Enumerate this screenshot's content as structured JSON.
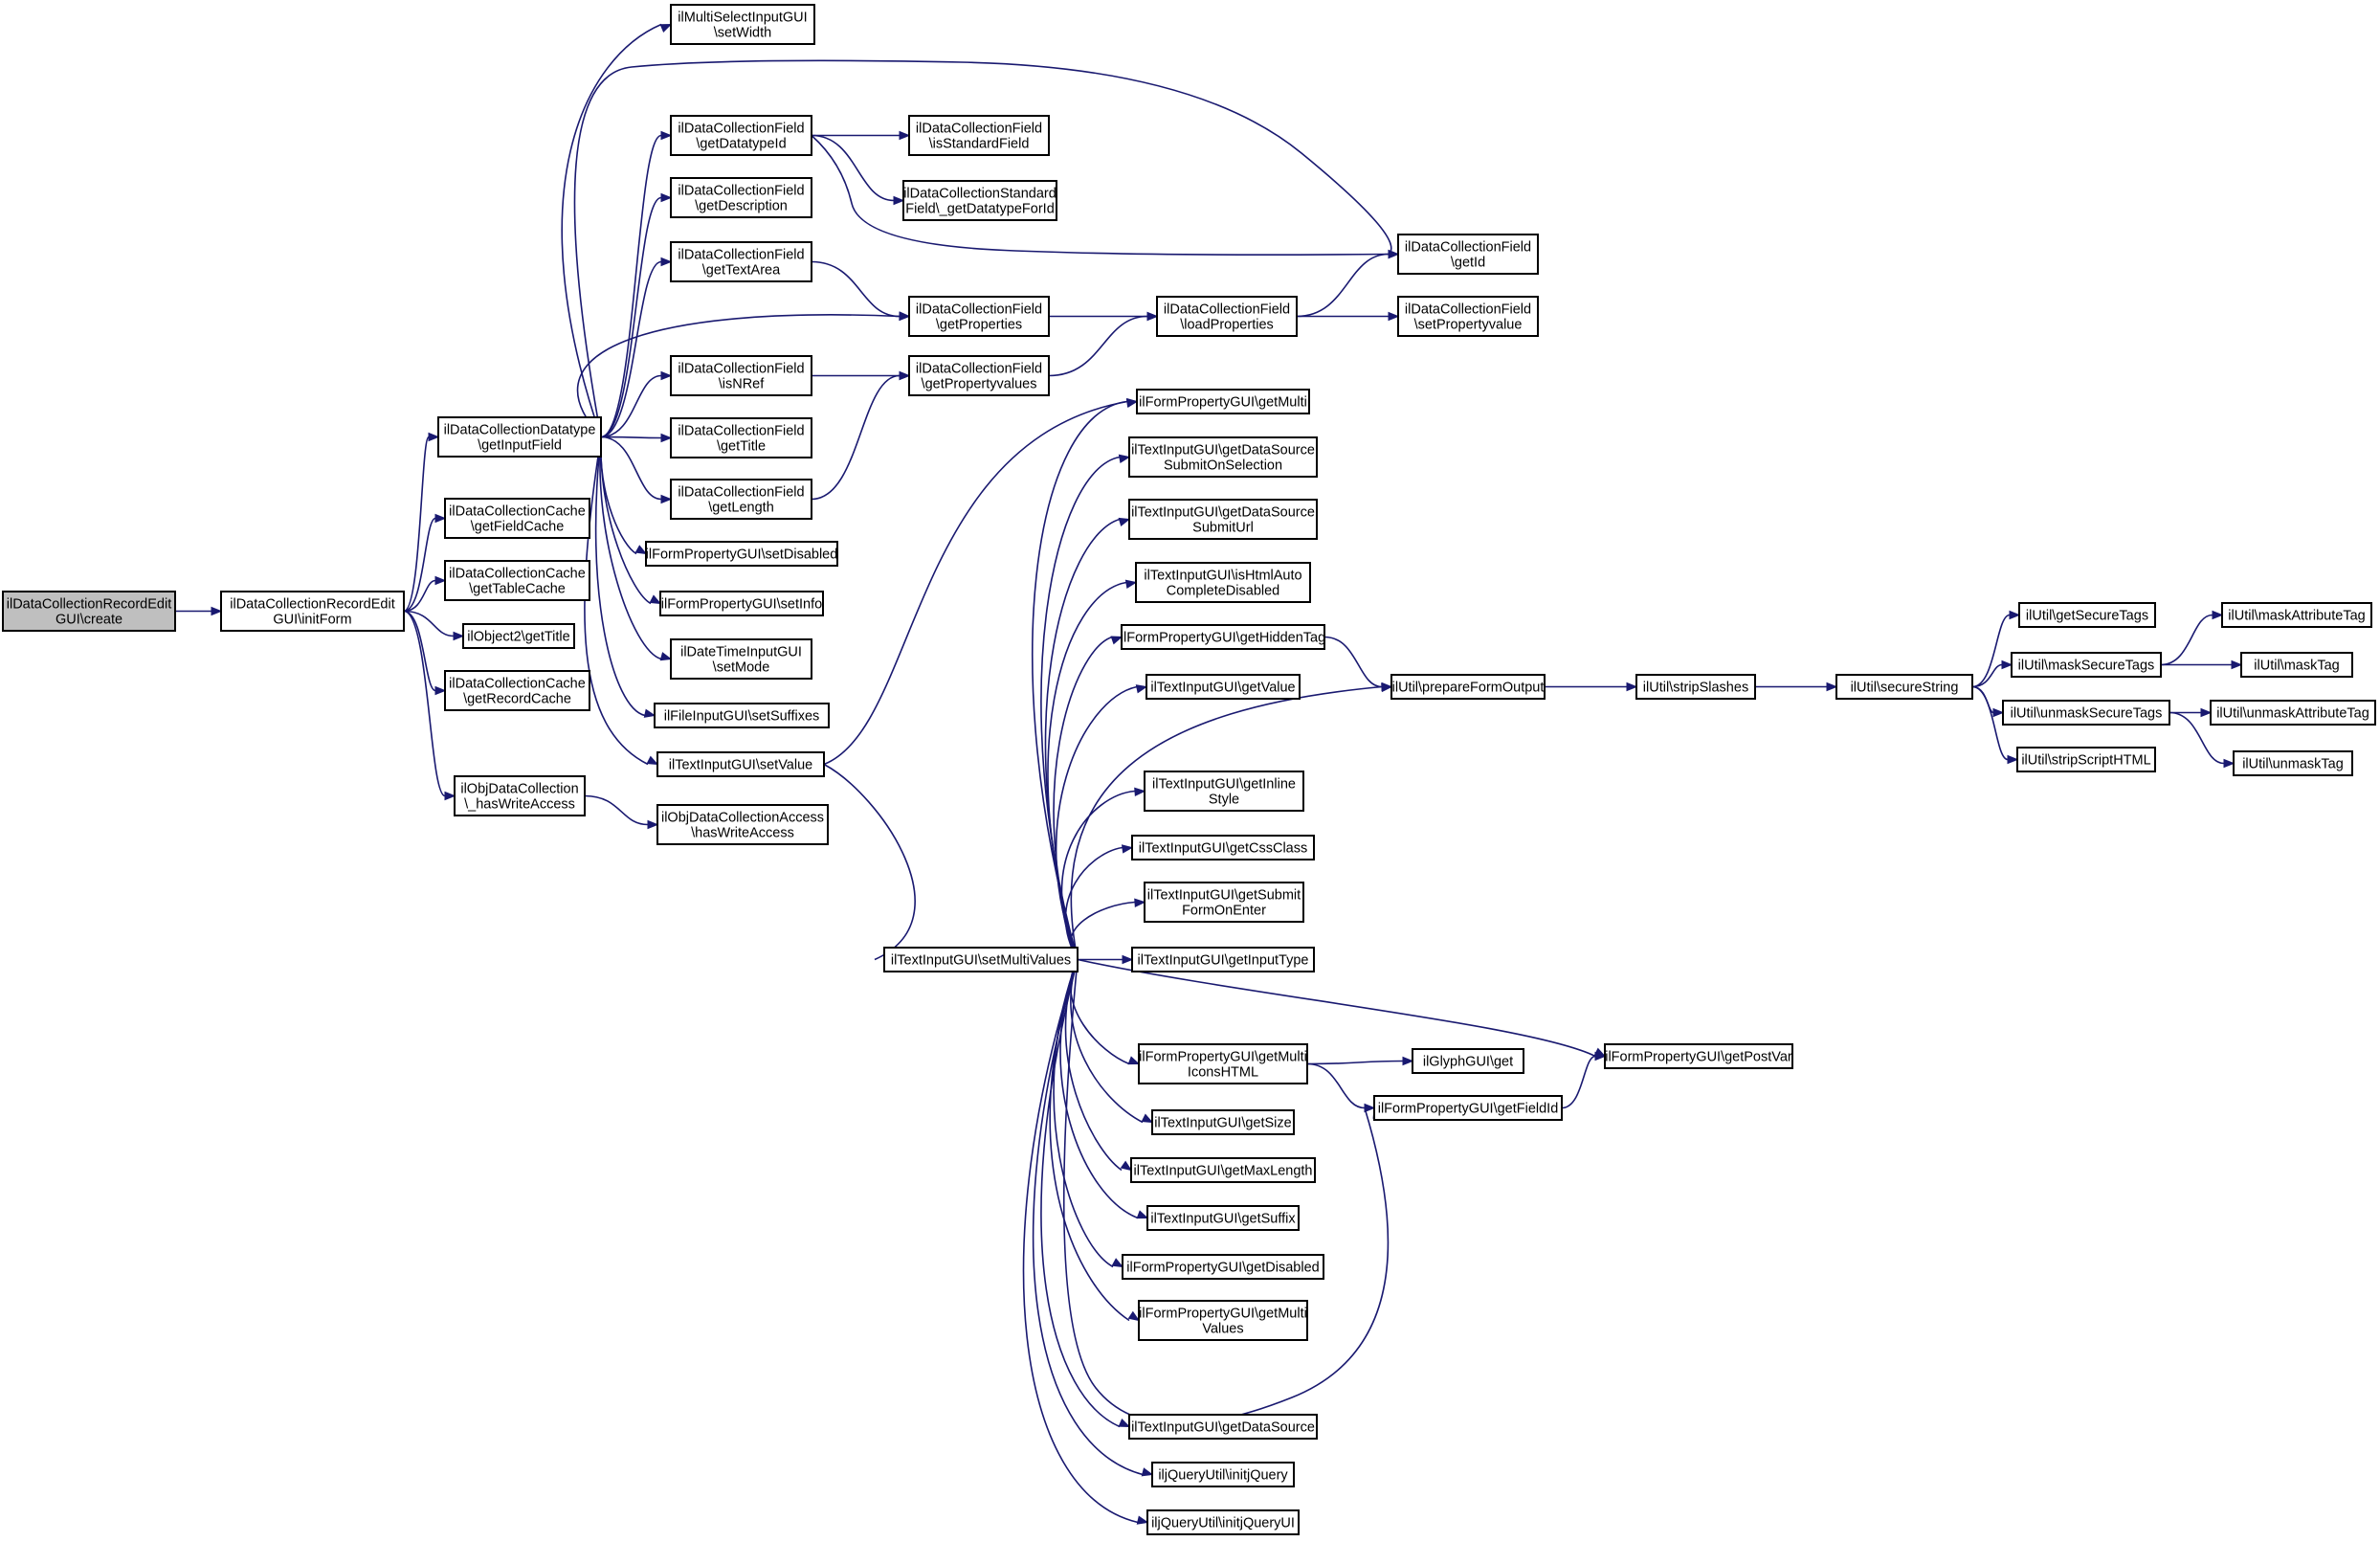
{
  "diagram": {
    "type": "call-graph",
    "colors": {
      "edge": "#191970",
      "node_fill": "#ffffff",
      "root_fill": "#bfbfbf",
      "node_border": "#000000"
    },
    "nodes": [
      {
        "id": "n0",
        "lines": [
          "ilDataCollectionRecordEdit",
          "GUI\\create"
        ],
        "root": true
      },
      {
        "id": "n1",
        "lines": [
          "ilDataCollectionRecordEdit",
          "GUI\\initForm"
        ]
      },
      {
        "id": "n2",
        "lines": [
          "ilDataCollectionDatatype",
          "\\getInputField"
        ]
      },
      {
        "id": "n3",
        "lines": [
          "ilDataCollectionCache",
          "\\getFieldCache"
        ]
      },
      {
        "id": "n4",
        "lines": [
          "ilDataCollectionCache",
          "\\getTableCache"
        ]
      },
      {
        "id": "n5",
        "lines": [
          "ilObject2\\getTitle"
        ]
      },
      {
        "id": "n6",
        "lines": [
          "ilDataCollectionCache",
          "\\getRecordCache"
        ]
      },
      {
        "id": "n7",
        "lines": [
          "ilObjDataCollection",
          "\\_hasWriteAccess"
        ]
      },
      {
        "id": "n8",
        "lines": [
          "ilMultiSelectInputGUI",
          "\\setWidth"
        ]
      },
      {
        "id": "n9",
        "lines": [
          "ilDataCollectionField",
          "\\getDatatypeId"
        ]
      },
      {
        "id": "n10",
        "lines": [
          "ilDataCollectionField",
          "\\getDescription"
        ]
      },
      {
        "id": "n11",
        "lines": [
          "ilDataCollectionField",
          "\\getTextArea"
        ]
      },
      {
        "id": "n12",
        "lines": [
          "ilDataCollectionField",
          "\\isNRef"
        ]
      },
      {
        "id": "n13",
        "lines": [
          "ilDataCollectionField",
          "\\getTitle"
        ]
      },
      {
        "id": "n14",
        "lines": [
          "ilDataCollectionField",
          "\\getLength"
        ]
      },
      {
        "id": "n15",
        "lines": [
          "ilFormPropertyGUI\\setDisabled"
        ]
      },
      {
        "id": "n16",
        "lines": [
          "ilFormPropertyGUI\\setInfo"
        ]
      },
      {
        "id": "n17",
        "lines": [
          "ilDateTimeInputGUI",
          "\\setMode"
        ]
      },
      {
        "id": "n18",
        "lines": [
          "ilFileInputGUI\\setSuffixes"
        ]
      },
      {
        "id": "n19",
        "lines": [
          "ilTextInputGUI\\setValue"
        ]
      },
      {
        "id": "n20",
        "lines": [
          "ilObjDataCollectionAccess",
          "\\hasWriteAccess"
        ]
      },
      {
        "id": "n21",
        "lines": [
          "ilDataCollectionField",
          "\\isStandardField"
        ]
      },
      {
        "id": "n22",
        "lines": [
          "ilDataCollectionStandard",
          "Field\\_getDatatypeForId"
        ]
      },
      {
        "id": "n23",
        "lines": [
          "ilDataCollectionField",
          "\\getProperties"
        ]
      },
      {
        "id": "n24",
        "lines": [
          "ilDataCollectionField",
          "\\getPropertyvalues"
        ]
      },
      {
        "id": "n25",
        "lines": [
          "ilDataCollectionField",
          "\\loadProperties"
        ]
      },
      {
        "id": "n26",
        "lines": [
          "ilDataCollectionField",
          "\\getId"
        ]
      },
      {
        "id": "n27",
        "lines": [
          "ilDataCollectionField",
          "\\setPropertyvalue"
        ]
      },
      {
        "id": "n28",
        "lines": [
          "ilFormPropertyGUI\\getMulti"
        ]
      },
      {
        "id": "n29",
        "lines": [
          "ilTextInputGUI\\getDataSource",
          "SubmitOnSelection"
        ]
      },
      {
        "id": "n30",
        "lines": [
          "ilTextInputGUI\\getDataSource",
          "SubmitUrl"
        ]
      },
      {
        "id": "n31",
        "lines": [
          "ilTextInputGUI\\isHtmlAuto",
          "CompleteDisabled"
        ]
      },
      {
        "id": "n32",
        "lines": [
          "ilFormPropertyGUI\\getHiddenTag"
        ]
      },
      {
        "id": "n33",
        "lines": [
          "ilTextInputGUI\\getValue"
        ]
      },
      {
        "id": "n34",
        "lines": [
          "ilTextInputGUI\\getInline",
          "Style"
        ]
      },
      {
        "id": "n35",
        "lines": [
          "ilTextInputGUI\\getCssClass"
        ]
      },
      {
        "id": "n36",
        "lines": [
          "ilTextInputGUI\\getSubmit",
          "FormOnEnter"
        ]
      },
      {
        "id": "n37",
        "lines": [
          "ilTextInputGUI\\getInputType"
        ]
      },
      {
        "id": "n38",
        "lines": [
          "ilTextInputGUI\\setMultiValues"
        ]
      },
      {
        "id": "n39",
        "lines": [
          "ilFormPropertyGUI\\getMulti",
          "IconsHTML"
        ]
      },
      {
        "id": "n40",
        "lines": [
          "ilTextInputGUI\\getSize"
        ]
      },
      {
        "id": "n41",
        "lines": [
          "ilTextInputGUI\\getMaxLength"
        ]
      },
      {
        "id": "n42",
        "lines": [
          "ilTextInputGUI\\getSuffix"
        ]
      },
      {
        "id": "n43",
        "lines": [
          "ilFormPropertyGUI\\getDisabled"
        ]
      },
      {
        "id": "n44",
        "lines": [
          "ilFormPropertyGUI\\getMulti",
          "Values"
        ]
      },
      {
        "id": "n45",
        "lines": [
          "ilTextInputGUI\\getDataSource"
        ]
      },
      {
        "id": "n46",
        "lines": [
          "iljQueryUtil\\initjQuery"
        ]
      },
      {
        "id": "n47",
        "lines": [
          "iljQueryUtil\\initjQueryUI"
        ]
      },
      {
        "id": "n48",
        "lines": [
          "ilUtil\\prepareFormOutput"
        ]
      },
      {
        "id": "n49",
        "lines": [
          "ilGlyphGUI\\get"
        ]
      },
      {
        "id": "n50",
        "lines": [
          "ilFormPropertyGUI\\getPostVar"
        ]
      },
      {
        "id": "n51",
        "lines": [
          "ilFormPropertyGUI\\getFieldId"
        ]
      },
      {
        "id": "n52",
        "lines": [
          "ilUtil\\stripSlashes"
        ]
      },
      {
        "id": "n53",
        "lines": [
          "ilUtil\\secureString"
        ]
      },
      {
        "id": "n54",
        "lines": [
          "ilUtil\\getSecureTags"
        ]
      },
      {
        "id": "n55",
        "lines": [
          "ilUtil\\maskSecureTags"
        ]
      },
      {
        "id": "n56",
        "lines": [
          "ilUtil\\unmaskSecureTags"
        ]
      },
      {
        "id": "n57",
        "lines": [
          "ilUtil\\stripScriptHTML"
        ]
      },
      {
        "id": "n58",
        "lines": [
          "ilUtil\\maskAttributeTag"
        ]
      },
      {
        "id": "n59",
        "lines": [
          "ilUtil\\maskTag"
        ]
      },
      {
        "id": "n60",
        "lines": [
          "ilUtil\\unmaskAttributeTag"
        ]
      },
      {
        "id": "n61",
        "lines": [
          "ilUtil\\unmaskTag"
        ]
      }
    ],
    "edges": [
      [
        "n0",
        "n1"
      ],
      [
        "n1",
        "n2"
      ],
      [
        "n1",
        "n3"
      ],
      [
        "n1",
        "n4"
      ],
      [
        "n1",
        "n5"
      ],
      [
        "n1",
        "n6"
      ],
      [
        "n1",
        "n7"
      ],
      [
        "n2",
        "n8"
      ],
      [
        "n2",
        "n26"
      ],
      [
        "n2",
        "n9"
      ],
      [
        "n2",
        "n10"
      ],
      [
        "n2",
        "n11"
      ],
      [
        "n2",
        "n23"
      ],
      [
        "n2",
        "n12"
      ],
      [
        "n2",
        "n13"
      ],
      [
        "n2",
        "n14"
      ],
      [
        "n2",
        "n15"
      ],
      [
        "n2",
        "n16"
      ],
      [
        "n2",
        "n17"
      ],
      [
        "n2",
        "n18"
      ],
      [
        "n2",
        "n19"
      ],
      [
        "n7",
        "n20"
      ],
      [
        "n9",
        "n21"
      ],
      [
        "n9",
        "n22"
      ],
      [
        "n9",
        "n26"
      ],
      [
        "n11",
        "n23"
      ],
      [
        "n12",
        "n24"
      ],
      [
        "n14",
        "n24"
      ],
      [
        "n23",
        "n25"
      ],
      [
        "n24",
        "n25"
      ],
      [
        "n25",
        "n26"
      ],
      [
        "n25",
        "n27"
      ],
      [
        "n19",
        "n28"
      ],
      [
        "n19",
        "n38"
      ],
      [
        "n38",
        "n28"
      ],
      [
        "n38",
        "n29"
      ],
      [
        "n38",
        "n30"
      ],
      [
        "n38",
        "n31"
      ],
      [
        "n38",
        "n32"
      ],
      [
        "n38",
        "n33"
      ],
      [
        "n38",
        "n48"
      ],
      [
        "n38",
        "n34"
      ],
      [
        "n38",
        "n35"
      ],
      [
        "n38",
        "n36"
      ],
      [
        "n38",
        "n37"
      ],
      [
        "n38",
        "n50"
      ],
      [
        "n38",
        "n39"
      ],
      [
        "n38",
        "n40"
      ],
      [
        "n38",
        "n41"
      ],
      [
        "n38",
        "n42"
      ],
      [
        "n38",
        "n43"
      ],
      [
        "n38",
        "n44"
      ],
      [
        "n38",
        "n51"
      ],
      [
        "n38",
        "n45"
      ],
      [
        "n38",
        "n46"
      ],
      [
        "n38",
        "n47"
      ],
      [
        "n32",
        "n48"
      ],
      [
        "n39",
        "n49"
      ],
      [
        "n39",
        "n51"
      ],
      [
        "n51",
        "n50"
      ],
      [
        "n48",
        "n52"
      ],
      [
        "n52",
        "n53"
      ],
      [
        "n53",
        "n54"
      ],
      [
        "n53",
        "n55"
      ],
      [
        "n53",
        "n56"
      ],
      [
        "n53",
        "n57"
      ],
      [
        "n55",
        "n58"
      ],
      [
        "n55",
        "n59"
      ],
      [
        "n56",
        "n60"
      ],
      [
        "n56",
        "n61"
      ]
    ]
  }
}
